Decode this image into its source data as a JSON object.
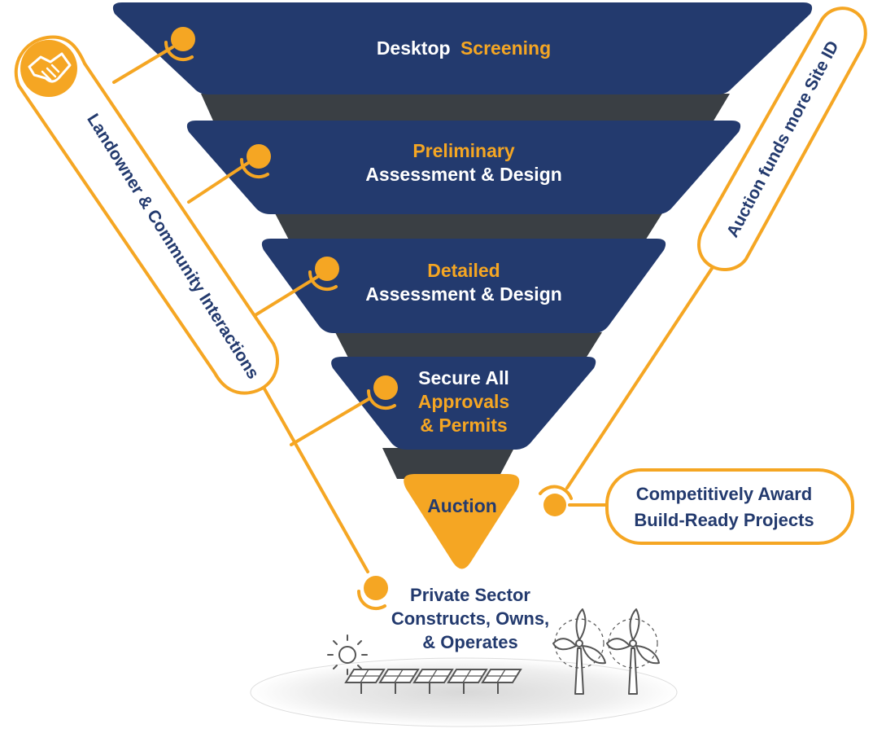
{
  "funnel": {
    "stage1": {
      "w1": "Desktop",
      "w2": "Screening"
    },
    "stage2": {
      "l1": "Preliminary",
      "l2": "Assessment & Design"
    },
    "stage3": {
      "l1": "Detailed",
      "l2": "Assessment & Design"
    },
    "stage4": {
      "l1": "Secure All",
      "l2": "Approvals",
      "l3": "& Permits"
    },
    "stage5": {
      "l1": "Auction"
    }
  },
  "left_pill": {
    "label": "Landowner & Community Interactions",
    "icon": "handshake-icon"
  },
  "right_pill": {
    "label": "Auction funds more Site ID"
  },
  "award_box": {
    "l1": "Competitively Award",
    "l2": "Build-Ready Projects"
  },
  "private_sector": {
    "l1": "Private Sector",
    "l2": "Constructs, Owns,",
    "l3": "& Operates"
  },
  "colors": {
    "navy": "#233a6e",
    "gold": "#f5a623",
    "dark": "#3a3f44",
    "white": "#ffffff"
  }
}
